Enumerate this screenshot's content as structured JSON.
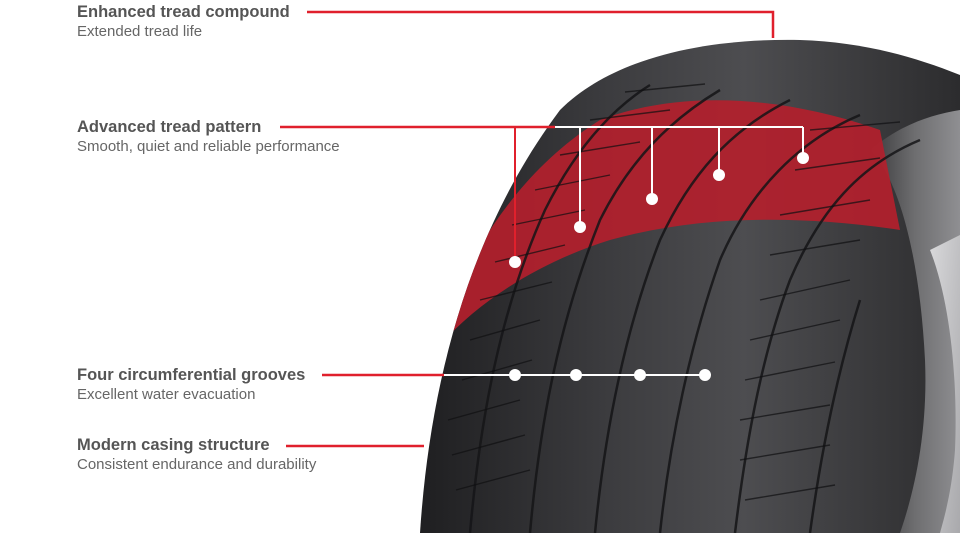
{
  "callouts": [
    {
      "title": "Enhanced tread compound",
      "subtitle": "Extended tread life"
    },
    {
      "title": "Advanced tread pattern",
      "subtitle": "Smooth, quiet and reliable performance"
    },
    {
      "title": "Four circumferential grooves",
      "subtitle": "Excellent water evacuation"
    },
    {
      "title": "Modern casing structure",
      "subtitle": "Consistent endurance and durability"
    }
  ],
  "colors": {
    "accent": "#e0202c",
    "tread_highlight": "#b3202c",
    "rubber_dark": "#2a2a2c",
    "rubber_mid": "#4a4a4d",
    "title_text": "#555555",
    "body_text": "#666666"
  },
  "icons": {
    "marker": "white-dot-marker",
    "leader": "red-leader-line"
  }
}
